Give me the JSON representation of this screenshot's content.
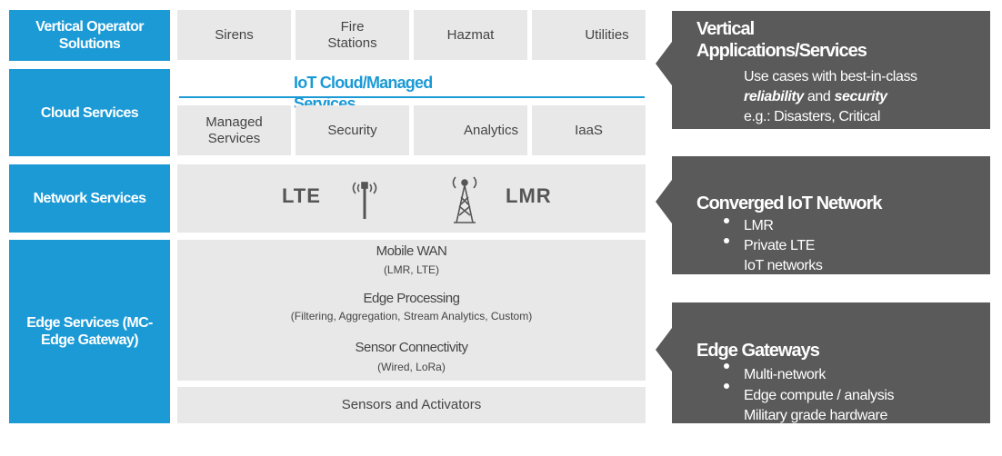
{
  "left_labels": {
    "vertical": "Vertical Operator Solutions",
    "cloud": "Cloud Services",
    "network": "Network Services",
    "edge": "Edge Services (MC-Edge Gateway)"
  },
  "vertical_items": [
    "Sirens",
    "Fire Stations",
    "Hazmat",
    "Utilities"
  ],
  "cloud": {
    "header": "IoT Cloud/Managed Services",
    "items": [
      "Managed Services",
      "Security",
      "Analytics",
      "IaaS"
    ]
  },
  "network": {
    "lte": "LTE",
    "lmr": "LMR"
  },
  "edge": {
    "mobile_wan": "Mobile WAN",
    "mobile_wan_sub": "(LMR, LTE)",
    "processing": "Edge Processing",
    "processing_sub": "(Filtering, Aggregation, Stream Analytics, Custom)",
    "sensor": "Sensor Connectivity",
    "sensor_sub": "(Wired, LoRa)",
    "sensors_activators": "Sensors and Activators"
  },
  "panels": {
    "vertical": {
      "title": "Vertical Applications/Services",
      "line1": "Use cases with best-in-class",
      "reliability": "reliability",
      "and": " and ",
      "security": "security",
      "line3": "e.g.: Disasters, Critical"
    },
    "network": {
      "title": "Converged IoT Network",
      "items": [
        "LMR",
        "Private LTE",
        "IoT networks"
      ]
    },
    "edge": {
      "title": "Edge Gateways",
      "items": [
        "Multi-network",
        "Edge compute / analysis",
        "Military grade hardware"
      ]
    }
  },
  "colors": {
    "blue": "#1B9AD6",
    "panel": "#5A5A5A",
    "gray": "#E8E8E8",
    "line": "#1B9AD6"
  },
  "icons": [
    "antenna-icon",
    "radio-tower-icon"
  ]
}
